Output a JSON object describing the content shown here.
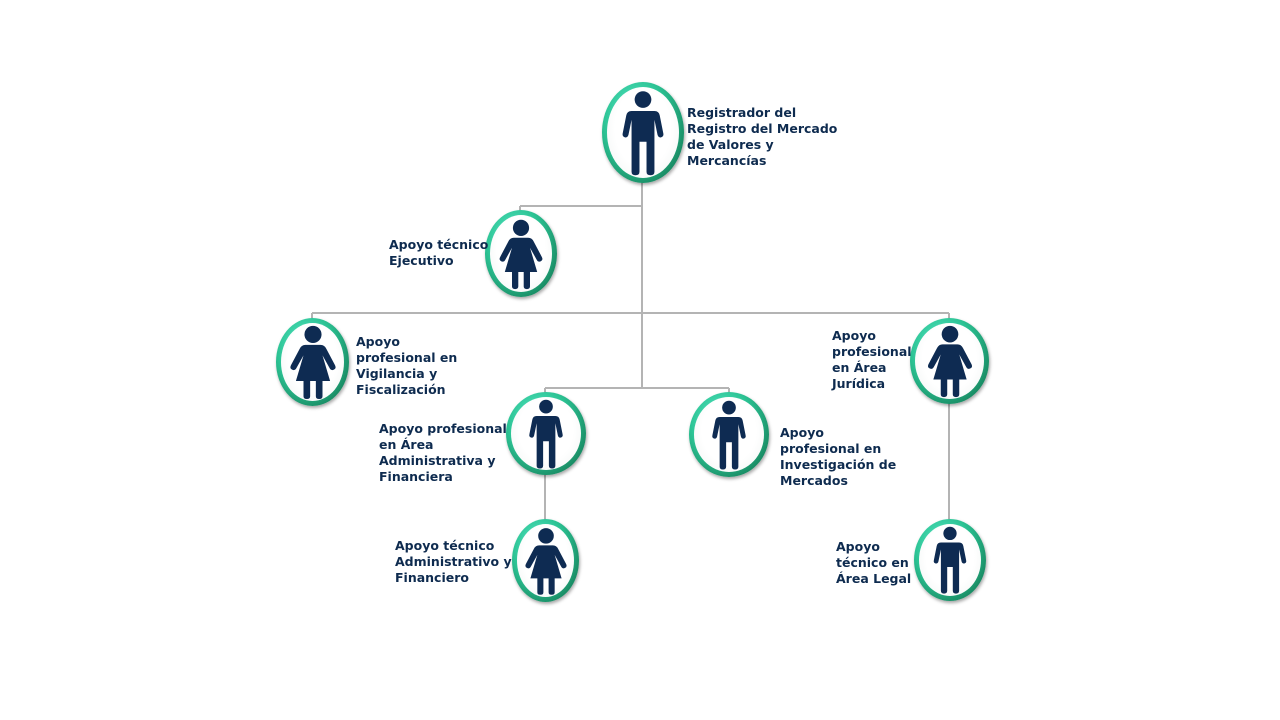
{
  "colors": {
    "figure": "#0e2b52",
    "label": "#0e2b4f",
    "ring": "#1f9a6e",
    "connector": "#b4b4b4"
  },
  "nodes": [
    {
      "id": "registrador",
      "icon": "man-icon",
      "lines": [
        "Registrador del",
        "Registro del Mercado",
        "de Valores y",
        "Mercancías"
      ]
    },
    {
      "id": "tecnico-ejecutivo",
      "icon": "woman-icon",
      "lines": [
        "Apoyo técnico",
        "Ejecutivo"
      ]
    },
    {
      "id": "vigilancia",
      "icon": "woman-icon",
      "lines": [
        "Apoyo",
        "profesional en",
        "Vigilancia y",
        "Fiscalización"
      ]
    },
    {
      "id": "juridica",
      "icon": "woman-icon",
      "lines": [
        "Apoyo",
        "profesional",
        "en Área",
        "Jurídica"
      ]
    },
    {
      "id": "administrativa",
      "icon": "man-icon",
      "lines": [
        "Apoyo profesional",
        "en Área",
        "Administrativa y",
        "Financiera"
      ]
    },
    {
      "id": "investigacion",
      "icon": "man-icon",
      "lines": [
        "Apoyo",
        "profesional en",
        "Investigación de",
        "Mercados"
      ]
    },
    {
      "id": "tecnico-administrativo",
      "icon": "woman-icon",
      "lines": [
        "Apoyo técnico",
        "Administrativo y",
        "Financiero"
      ]
    },
    {
      "id": "tecnico-legal",
      "icon": "man-icon",
      "lines": [
        "Apoyo",
        "técnico en",
        "Área Legal"
      ]
    }
  ]
}
